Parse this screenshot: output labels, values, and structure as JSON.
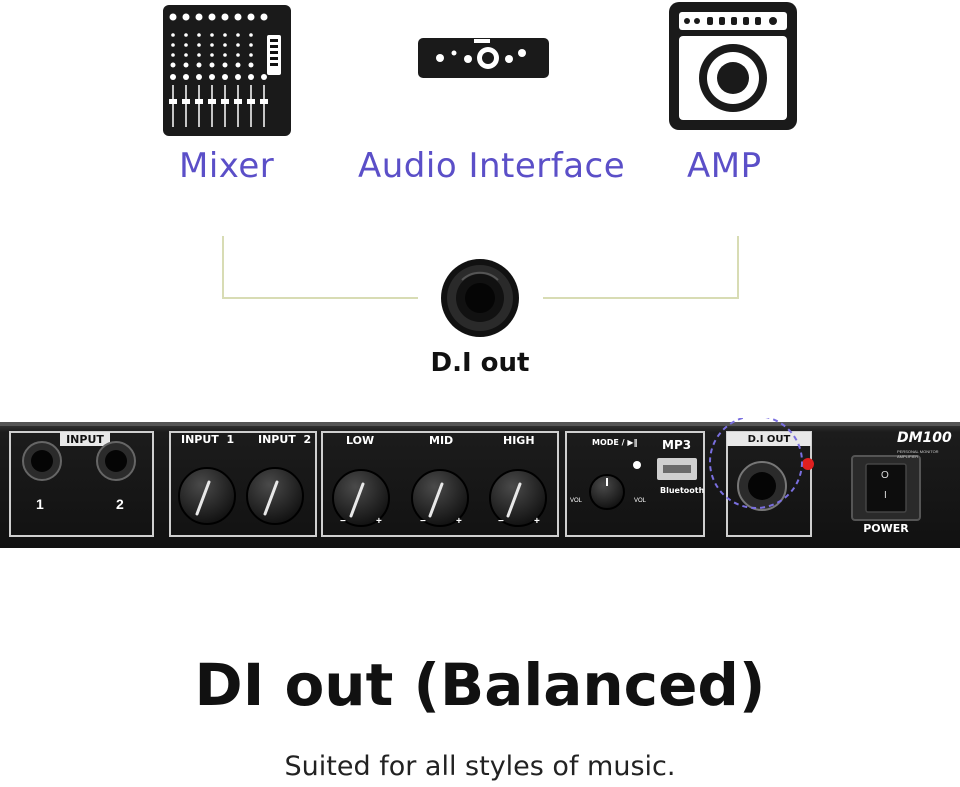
{
  "devices": {
    "mixer": {
      "label": "Mixer",
      "icon": "mixer-icon"
    },
    "audio_interface": {
      "label": "Audio Interface",
      "icon": "audio-interface-icon"
    },
    "amp": {
      "label": "AMP",
      "icon": "amp-icon"
    }
  },
  "jack": {
    "label": "D.I out",
    "icon": "jack-icon"
  },
  "panel": {
    "input_section": {
      "title": "INPUT",
      "jack1": "1",
      "jack2": "2"
    },
    "input_knobs": {
      "label1": "INPUT  1",
      "label2": "INPUT  2"
    },
    "eq": {
      "low": "LOW",
      "mid": "MID",
      "high": "HIGH",
      "minus": "−",
      "plus": "+"
    },
    "mp3": {
      "mode": "MODE / ▶‖",
      "title": "MP3",
      "bluetooth": "Bluetooth",
      "vol_left": "VOL",
      "vol_right": "VOL"
    },
    "di": {
      "label": "D.I OUT"
    },
    "brand": {
      "model": "DM100",
      "tagline": "PERSONAL MONITOR AMPLIFIER"
    },
    "power": {
      "label": "POWER",
      "on": "I",
      "off": "O"
    }
  },
  "headline": "DI out (Balanced)",
  "subtitle": "Suited for all styles of music.",
  "colors": {
    "accent": "#5b4fc8",
    "connector": "#d8dcb4",
    "highlight": "#7a6fe0",
    "led": "#e02020"
  }
}
